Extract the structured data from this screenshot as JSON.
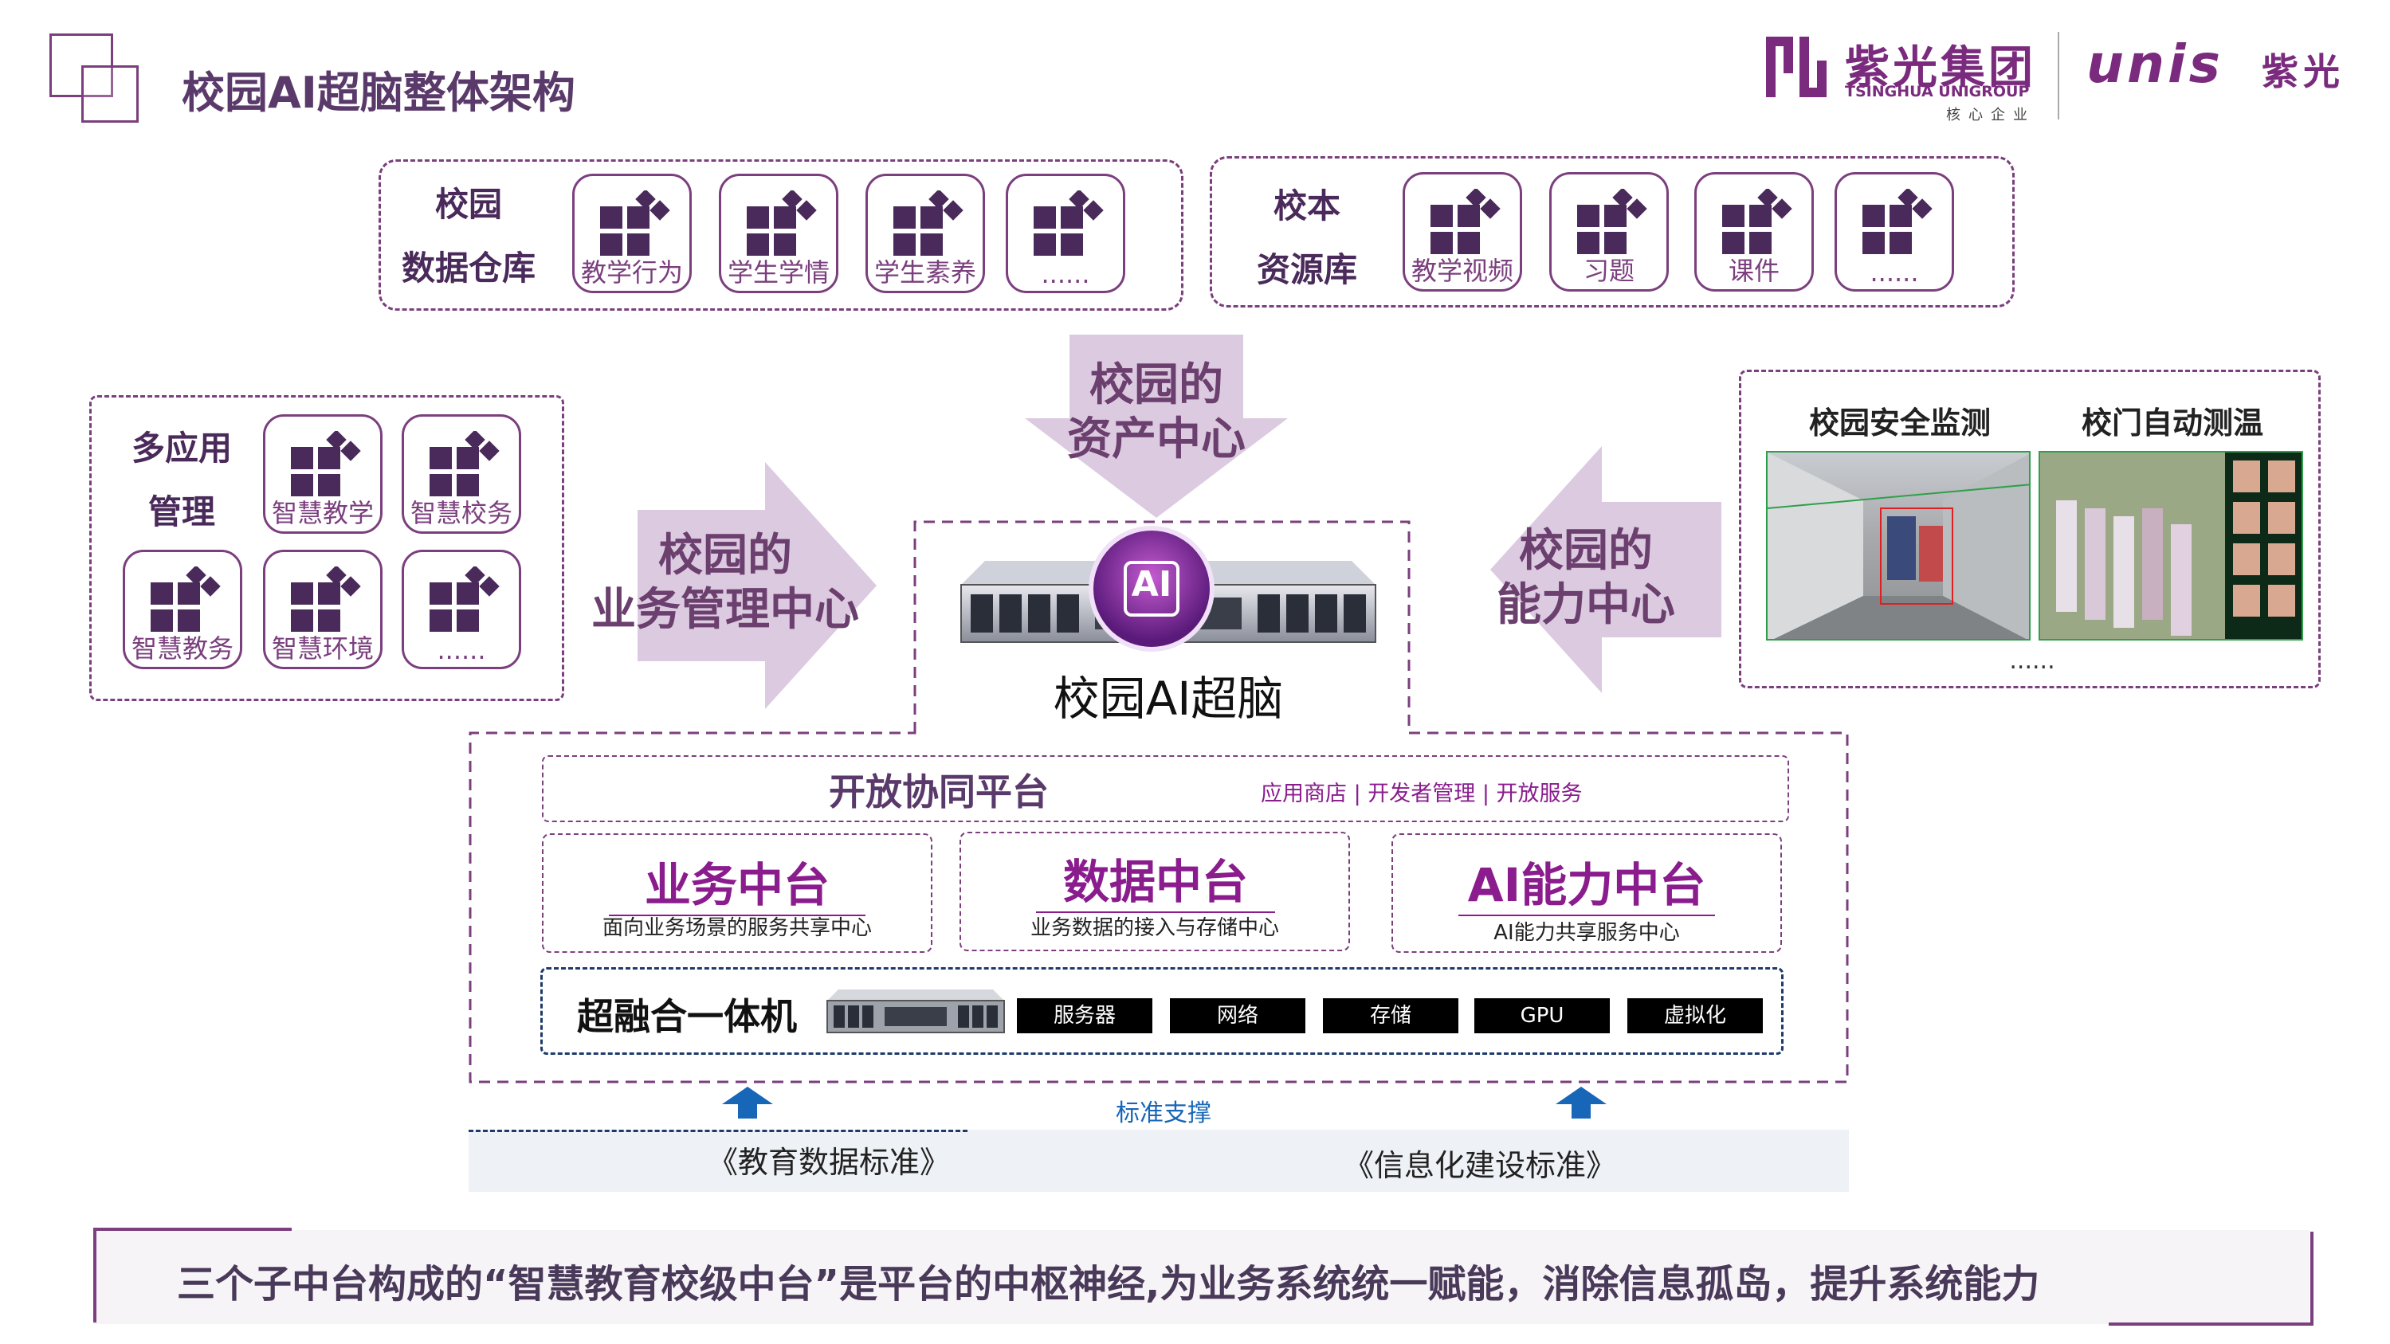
{
  "header": {
    "title": "校园AI超脑整体架构",
    "brand_cn": "紫光集团",
    "brand_en": "TSINGHUA UNIGROUP",
    "brand_sub": "核心企业",
    "unis_logo": "unis",
    "unis_cn": "紫光",
    "brand_color": "#7b2b7e"
  },
  "warehouse": {
    "title_line1": "校园",
    "title_line2": "数据仓库",
    "items": [
      "教学行为",
      "学生学情",
      "学生素养",
      "......"
    ]
  },
  "resources": {
    "title_line1": "校本",
    "title_line2": "资源库",
    "items": [
      "教学视频",
      "习题",
      "课件",
      "......"
    ]
  },
  "apps": {
    "title_line1": "多应用",
    "title_line2": "管理",
    "items": [
      "智慧教学",
      "智慧校务",
      "智慧教务",
      "智慧环境",
      "......"
    ]
  },
  "arrows": {
    "top_line1": "校园的",
    "top_line2": "资产中心",
    "left_line1": "校园的",
    "left_line2": "业务管理中心",
    "right_line1": "校园的",
    "right_line2": "能力中心"
  },
  "brain": {
    "chip_label": "AI",
    "title": "校园AI超脑"
  },
  "monitor": {
    "label1": "校园安全监测",
    "label2": "校门自动测温",
    "more": "......"
  },
  "platform": {
    "open_title": "开放协同平台",
    "open_sub": "应用商店 | 开发者管理 | 开放服务",
    "biz_title": "业务中台",
    "biz_sub": "面向业务场景的服务共享中心",
    "data_title": "数据中台",
    "data_sub": "业务数据的接入与存储中心",
    "ai_title": "AI能力中台",
    "ai_sub": "AI能力共享服务中心",
    "hci_title": "超融合一体机",
    "hci_items": [
      "服务器",
      "网络",
      "存储",
      "GPU",
      "虚拟化"
    ]
  },
  "standards": {
    "center": "标准支撑",
    "left": "《教育数据标准》",
    "right": "《信息化建设标准》"
  },
  "footer": {
    "text": "三个子中台构成的“智慧教育校级中台”是平台的中枢神经,为业务系统统一赋能，消除信息孤岛，提升系统能力"
  }
}
